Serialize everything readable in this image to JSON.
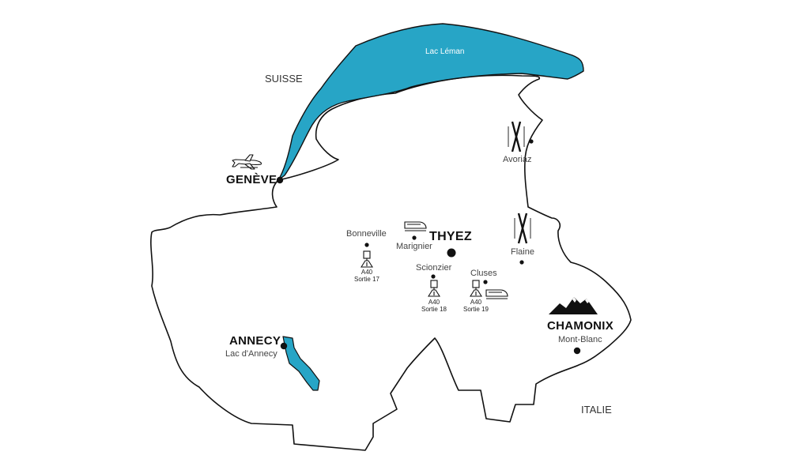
{
  "colors": {
    "water": "#27a5c6",
    "outline": "#111111",
    "background": "#ffffff"
  },
  "regions": {
    "north": "SUISSE",
    "south_east": "ITALIE"
  },
  "lakes": {
    "leman": "Lac Léman",
    "annecy": "Lac d'Annecy"
  },
  "cities": {
    "geneve": "GENÈVE",
    "thyez": "THYEZ",
    "annecy": "ANNECY",
    "chamonix": "CHAMONIX",
    "chamonix_sub": "Mont-Blanc"
  },
  "towns": {
    "bonneville": "Bonneville",
    "marignier": "Marignier",
    "scionzier": "Scionzier",
    "cluses": "Cluses",
    "flaine": "Flaine",
    "avoriaz": "Avoriaz"
  },
  "exits": [
    {
      "road": "A40",
      "exit": "Sortie 17"
    },
    {
      "road": "A40",
      "exit": "Sortie 18"
    },
    {
      "road": "A40",
      "exit": "Sortie 19"
    }
  ],
  "icons": [
    "airplane-icon",
    "train-icon",
    "ski-icon",
    "highway-icon",
    "mountain-icon"
  ]
}
